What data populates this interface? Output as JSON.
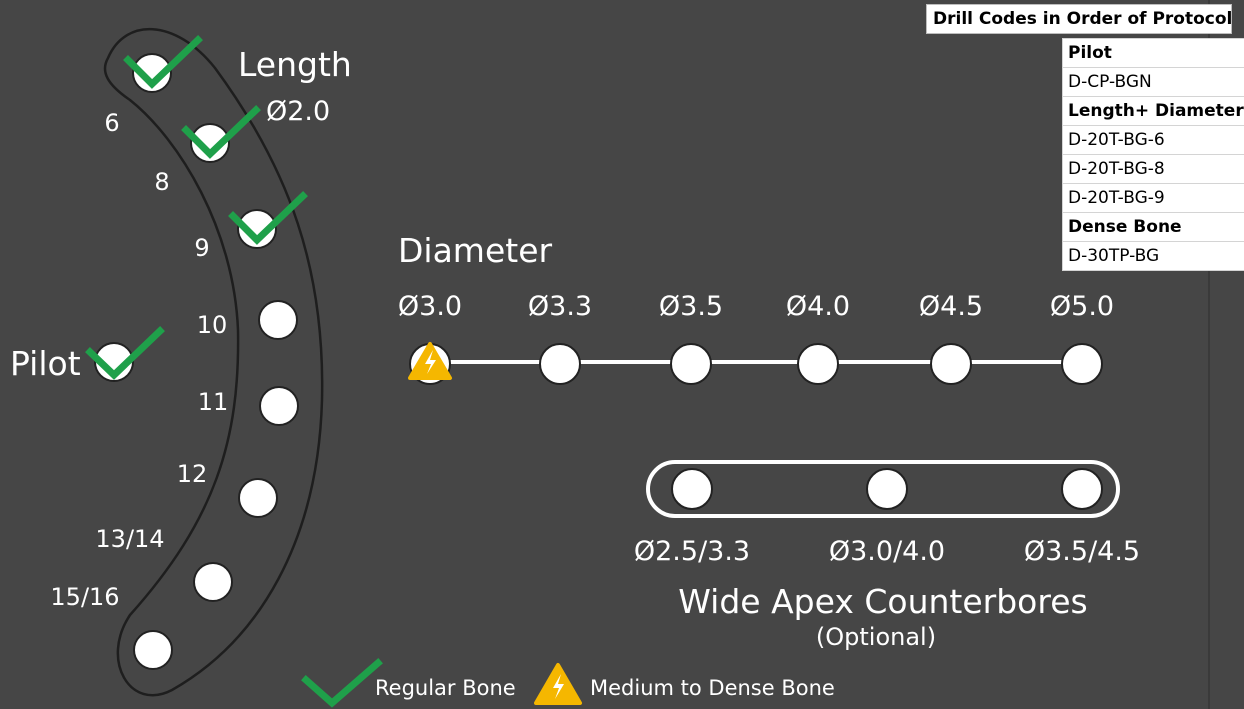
{
  "length": {
    "title": "Length",
    "diameter_label": "Ø2.0",
    "steps": [
      {
        "label": "6",
        "checked": true
      },
      {
        "label": "8",
        "checked": true
      },
      {
        "label": "9",
        "checked": true
      },
      {
        "label": "10",
        "checked": false
      },
      {
        "label": "11",
        "checked": false
      },
      {
        "label": "12",
        "checked": false
      },
      {
        "label": "13/14",
        "checked": false
      },
      {
        "label": "15/16",
        "checked": false
      },
      {
        "label": "",
        "checked": false
      }
    ]
  },
  "pilot": {
    "label": "Pilot",
    "checked": true
  },
  "diameter": {
    "title": "Diameter",
    "steps": [
      {
        "label": "Ø3.0",
        "warning": true
      },
      {
        "label": "Ø3.3",
        "warning": false
      },
      {
        "label": "Ø3.5",
        "warning": false
      },
      {
        "label": "Ø4.0",
        "warning": false
      },
      {
        "label": "Ø4.5",
        "warning": false
      },
      {
        "label": "Ø5.0",
        "warning": false
      }
    ]
  },
  "counterbores": {
    "title": "Wide Apex Counterbores",
    "subtitle": "(Optional)",
    "steps": [
      {
        "label": "Ø2.5/3.3"
      },
      {
        "label": "Ø3.0/4.0"
      },
      {
        "label": "Ø3.5/4.5"
      }
    ]
  },
  "legend": [
    {
      "icon": "check-icon",
      "label": "Regular Bone"
    },
    {
      "icon": "warning-icon",
      "label": "Medium to Dense Bone"
    }
  ],
  "drill_codes": {
    "title": "Drill Codes in Order of Protocol",
    "rows": [
      {
        "text": "Pilot",
        "heading": true
      },
      {
        "text": "D-CP-BGN",
        "heading": false
      },
      {
        "text": "Length+ Diameter",
        "heading": true
      },
      {
        "text": "D-20T-BG-6",
        "heading": false
      },
      {
        "text": "D-20T-BG-8",
        "heading": false
      },
      {
        "text": "D-20T-BG-9",
        "heading": false
      },
      {
        "text": "Dense Bone",
        "heading": true
      },
      {
        "text": "D-30TP-BG",
        "heading": false
      }
    ]
  },
  "colors": {
    "background": "#464646",
    "check": "#1fa04a",
    "warning": "#f5b700",
    "circle": "#ffffff"
  }
}
